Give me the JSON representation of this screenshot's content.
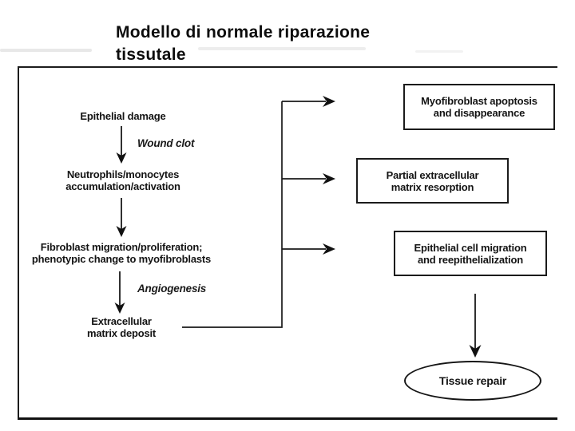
{
  "title": "Modello di normale riparazione\ntissutale",
  "diagram": {
    "stages": {
      "epithelial_damage": "Epithelial damage",
      "neutrophils": "Neutrophils/monocytes\naccumulation/activation",
      "fibroblast": "Fibroblast migration/proliferation;\nphenotypic change to myofibroblasts",
      "matrix_deposit": "Extracellular\nmatrix deposit"
    },
    "transition_labels": {
      "wound_clot": "Wound clot",
      "angiogenesis": "Angiogenesis"
    },
    "outcomes": {
      "myofibroblast_apoptosis": "Myofibroblast apoptosis\nand disappearance",
      "matrix_resorption": "Partial extracellular\nmatrix resorption",
      "epithelial_migration": "Epithelial cell migration\nand reepithelialization"
    },
    "result": "Tissue repair"
  },
  "colors": {
    "background": "#ffffff",
    "text": "#141414",
    "line": "#1a1a1a"
  }
}
